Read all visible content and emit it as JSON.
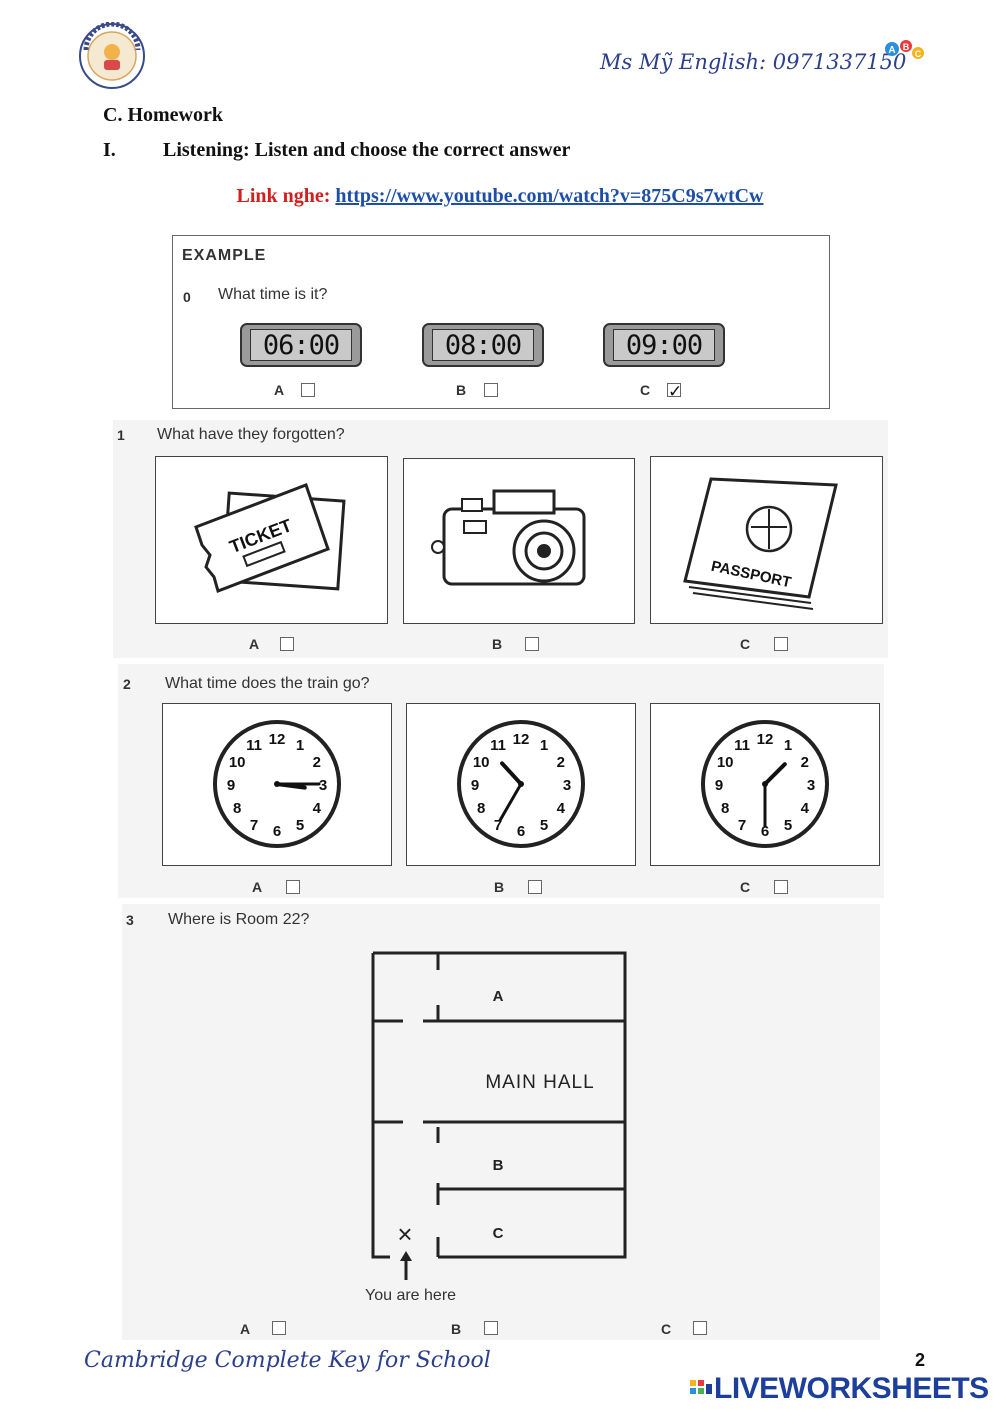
{
  "header": {
    "logo_text": "MS MỸ ENGLISH",
    "contact": "Ms Mỹ English: 0971337150",
    "abc_icon": "abc-blocks-icon"
  },
  "section_title": "C.  Homework",
  "sub_number": "I.",
  "sub_title": "Listening: Listen and choose the correct answer",
  "link": {
    "label": "Link nghe:",
    "url": "https://www.youtube.com/watch?v=875C9s7wtCw"
  },
  "example": {
    "heading": "EXAMPLE",
    "number": "0",
    "question": "What time is it?",
    "options": [
      {
        "letter": "A",
        "time": "06:00",
        "checked": false
      },
      {
        "letter": "B",
        "time": "08:00",
        "checked": false
      },
      {
        "letter": "C",
        "time": "09:00",
        "checked": true
      }
    ],
    "tick": "✓"
  },
  "q1": {
    "number": "1",
    "question": "What have they forgotten?",
    "ticket_text": "TICKET",
    "passport_text": "PASSPORT",
    "options": [
      "A",
      "B",
      "C"
    ],
    "pictures": [
      "ticket-icon",
      "camera-icon",
      "passport-icon"
    ]
  },
  "q2": {
    "number": "2",
    "question": "What time does the train go?",
    "options": [
      "A",
      "B",
      "C"
    ],
    "clock_numbers": [
      "12",
      "1",
      "2",
      "3",
      "4",
      "5",
      "6",
      "7",
      "8",
      "9",
      "10",
      "11"
    ],
    "clock_times": [
      "3:15",
      "10:35",
      "1:30"
    ]
  },
  "q3": {
    "number": "3",
    "question": "Where is Room 22?",
    "rooms": [
      "A",
      "MAIN HALL",
      "B",
      "C"
    ],
    "marker": "×",
    "you_are_here": "You are here",
    "options": [
      "A",
      "B",
      "C"
    ]
  },
  "footer": {
    "book": "Cambridge Complete Key for School",
    "page": "2",
    "brand": "LIVEWORKSHEETS"
  }
}
